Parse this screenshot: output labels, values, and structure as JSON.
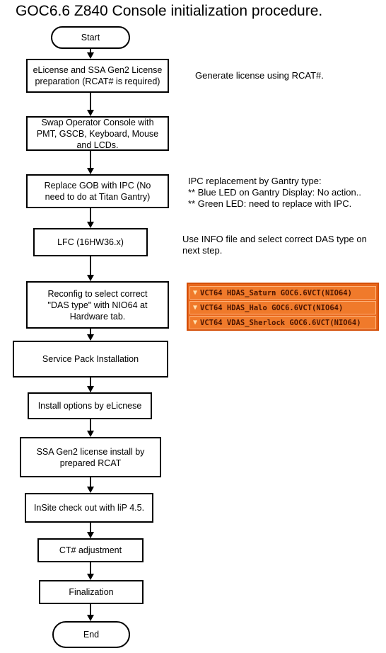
{
  "title": "GOC6.6 Z840 Console initialization procedure.",
  "steps": {
    "start": "Start",
    "elicense": "eLicense and SSA Gen2 License preparation (RCAT# is required)",
    "swap": "Swap Operator Console with PMT, GSCB, Keyboard, Mouse and LCDs.",
    "replace_gob": "Replace GOB with IPC (No need to do at Titan Gantry)",
    "lfc": "LFC (16HW36.x)",
    "reconfig": "Reconfig  to select correct \"DAS type\" with NIO64 at Hardware tab.",
    "service_pack": "Service Pack Installation",
    "install_options": "Install options by eLicnese",
    "ssa_install": "SSA Gen2 license install by prepared RCAT",
    "insite": "InSite check out with liP 4.5.",
    "ct_adjust": "CT# adjustment",
    "finalization": "Finalization",
    "end": "End"
  },
  "notes": {
    "generate": "Generate license using RCAT#.",
    "ipc_1": "IPC replacement by Gantry type:",
    "ipc_2": "** Blue LED on Gantry Display: No action..",
    "ipc_3": "** Green LED: need to replace with IPC.",
    "info_1": "Use INFO file and select correct DAS type on",
    "info_2": "next step."
  },
  "das_options": [
    "VCT64 HDAS_Saturn GOC6.6VCT(NIO64)",
    "VCT64 HDAS_Halo GOC6.6VCT(NIO64)",
    "VCT64 VDAS_Sherlock GOC6.6VCT(NIO64)"
  ],
  "colors": {
    "panel_bg": "#e8671c",
    "panel_border": "#d44f08"
  }
}
